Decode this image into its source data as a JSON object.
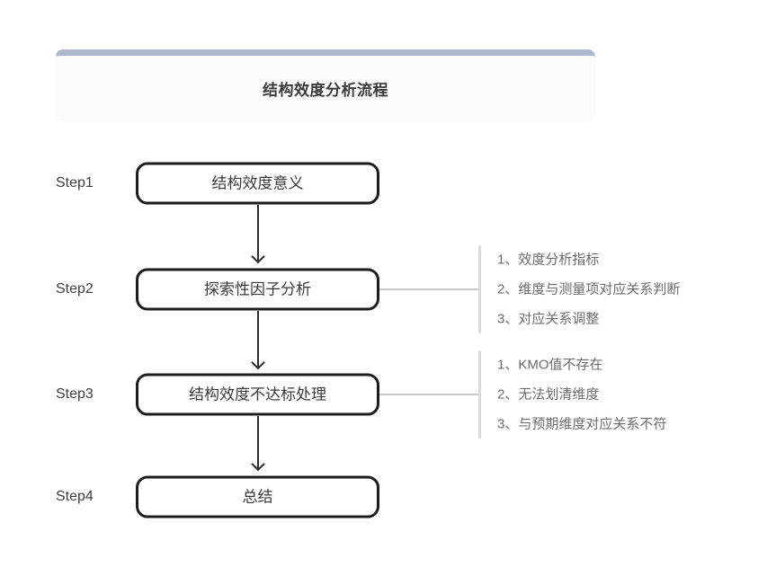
{
  "header": {
    "title": "结构效度分析流程",
    "accent_color": "#aab7cc",
    "panel_background": "#fbfbfc"
  },
  "flow": {
    "box_border_color": "#1c1c1c",
    "box_text_color": "#3a3a3a",
    "arrow_color": "#2b2b2b",
    "note_bar_color": "#dadada",
    "note_text_color": "#6c6c6c",
    "steps": [
      {
        "label": "Step1",
        "text": "结构效度意义",
        "notes": []
      },
      {
        "label": "Step2",
        "text": "探索性因子分析",
        "notes": [
          "1、效度分析指标",
          "2、维度与测量项对应关系判断",
          "3、对应关系调整"
        ]
      },
      {
        "label": "Step3",
        "text": "结构效度不达标处理",
        "notes": [
          "1、KMO值不存在",
          "2、无法划清维度",
          "3、与预期维度对应关系不符"
        ]
      },
      {
        "label": "Step4",
        "text": "总结",
        "notes": []
      }
    ]
  }
}
